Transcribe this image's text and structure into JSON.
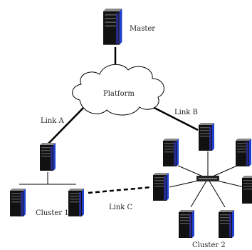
{
  "labels": {
    "master": "Master",
    "platform": "Platform",
    "link_a": "Link A",
    "link_b": "Link B",
    "link_c": "Link C",
    "cluster1": "Cluster 1",
    "cluster2": "Cluster 2"
  },
  "colors": {
    "server_body": "#111111",
    "server_side": "#1f3fd0",
    "server_top": "#8a8a8a",
    "line": "#000000",
    "switch": "#222222"
  }
}
